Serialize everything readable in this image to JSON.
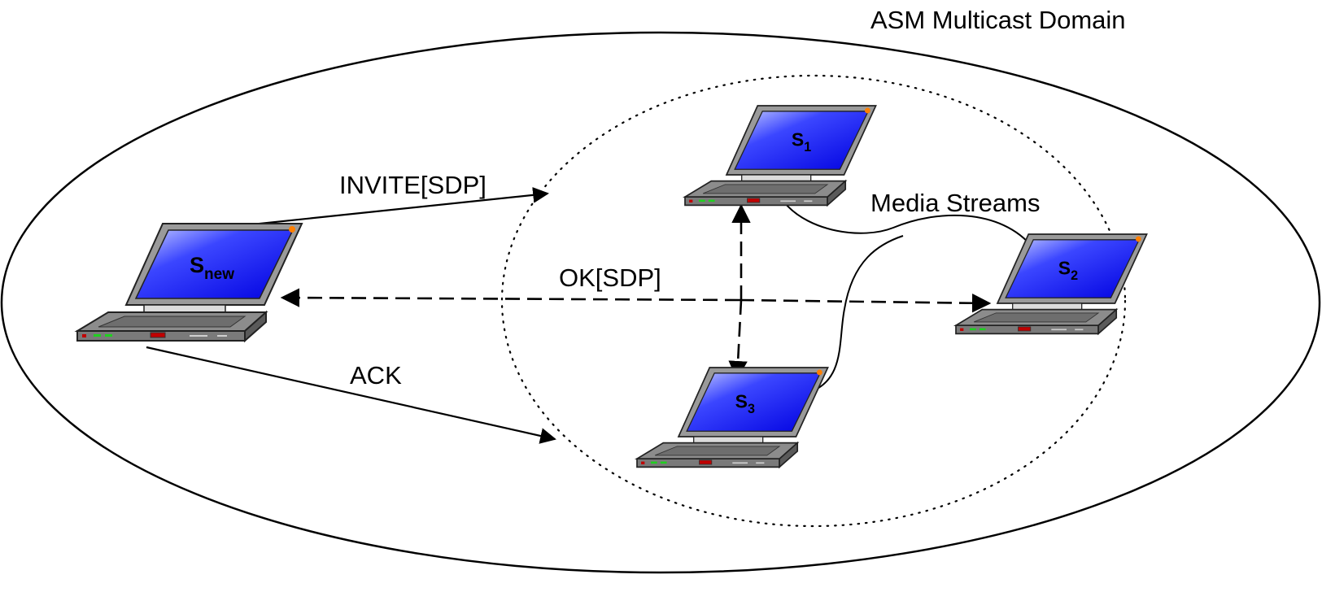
{
  "domain_title": "ASM Multicast Domain",
  "messages": {
    "invite": "INVITE[SDP]",
    "ok": "OK[SDP]",
    "ack": "ACK",
    "media": "Media Streams"
  },
  "nodes": {
    "snew": {
      "main": "S",
      "sub": "new"
    },
    "s1": {
      "main": "S",
      "sub": "1"
    },
    "s2": {
      "main": "S",
      "sub": "2"
    },
    "s3": {
      "main": "S",
      "sub": "3"
    }
  },
  "colors": {
    "screen": "#1a1aff",
    "screen_highlight": "#aab4ff",
    "chassis": "#8c8c8c",
    "led_green": "#1fd11f",
    "led_red": "#c00000",
    "led_orange": "#ff7f00"
  },
  "icons": [
    "laptop-icon",
    "webcam-icon"
  ]
}
